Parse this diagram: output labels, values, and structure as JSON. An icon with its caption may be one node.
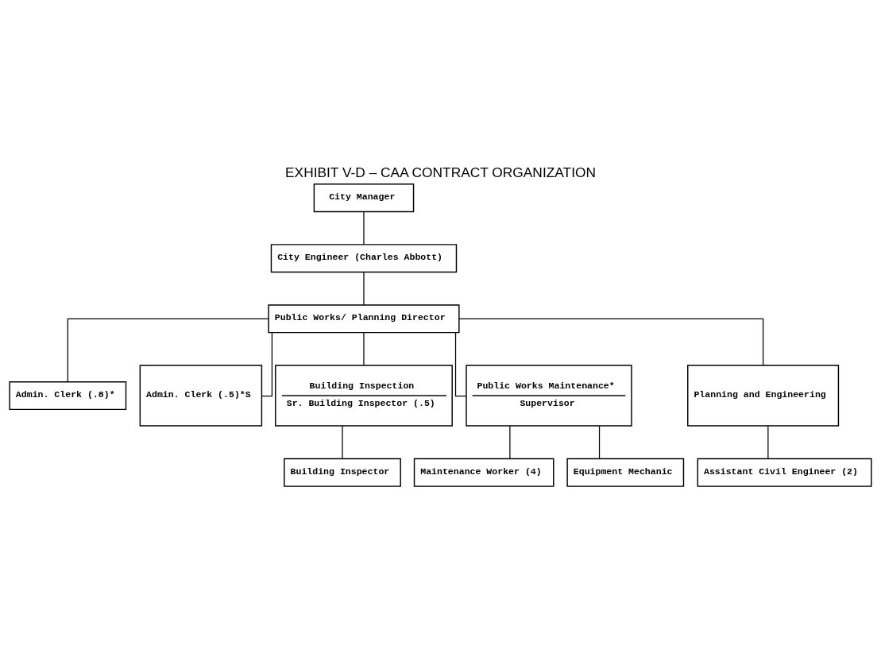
{
  "diagram": {
    "title": "EXHIBIT V-D – CAA CONTRACT ORGANIZATION",
    "nodes": [
      {
        "text": [
          "City Manager"
        ]
      },
      {
        "text": [
          "City Engineer (Charles Abbott)"
        ]
      },
      {
        "text": [
          "Public Works/ Planning Director"
        ]
      },
      {
        "text": [
          "Admin. Clerk (.8)*"
        ]
      },
      {
        "text": [
          "Admin. Clerk (.5)*S"
        ]
      },
      {
        "text": [
          "Building Inspection",
          "Sr. Building Inspector (.5)"
        ]
      },
      {
        "text": [
          "Public Works Maintenance*",
          "Supervisor"
        ]
      },
      {
        "text": [
          "Planning and Engineering"
        ]
      },
      {
        "text": [
          "Building Inspector"
        ]
      },
      {
        "text": [
          "Maintenance Worker (4)"
        ]
      },
      {
        "text": [
          "Equipment Mechanic"
        ]
      },
      {
        "text": [
          "Assistant Civil Engineer (2)"
        ]
      }
    ],
    "edges": [
      {
        "from": 0,
        "to": 1,
        "arrow": "none"
      },
      {
        "from": 1,
        "to": 2,
        "arrow": "none"
      },
      {
        "from": 2,
        "to": 3,
        "arrow": "none"
      },
      {
        "from": 2,
        "to": 4,
        "arrow": "none"
      },
      {
        "from": 2,
        "to": 5,
        "arrow": "none"
      },
      {
        "from": 2,
        "to": 6,
        "arrow": "none"
      },
      {
        "from": 2,
        "to": 7,
        "arrow": "none"
      },
      {
        "from": 5,
        "to": 8,
        "arrow": "none"
      },
      {
        "from": 6,
        "to": 9,
        "arrow": "none"
      },
      {
        "from": 6,
        "to": 10,
        "arrow": "none"
      },
      {
        "from": 7,
        "to": 11,
        "arrow": "none"
      }
    ]
  }
}
